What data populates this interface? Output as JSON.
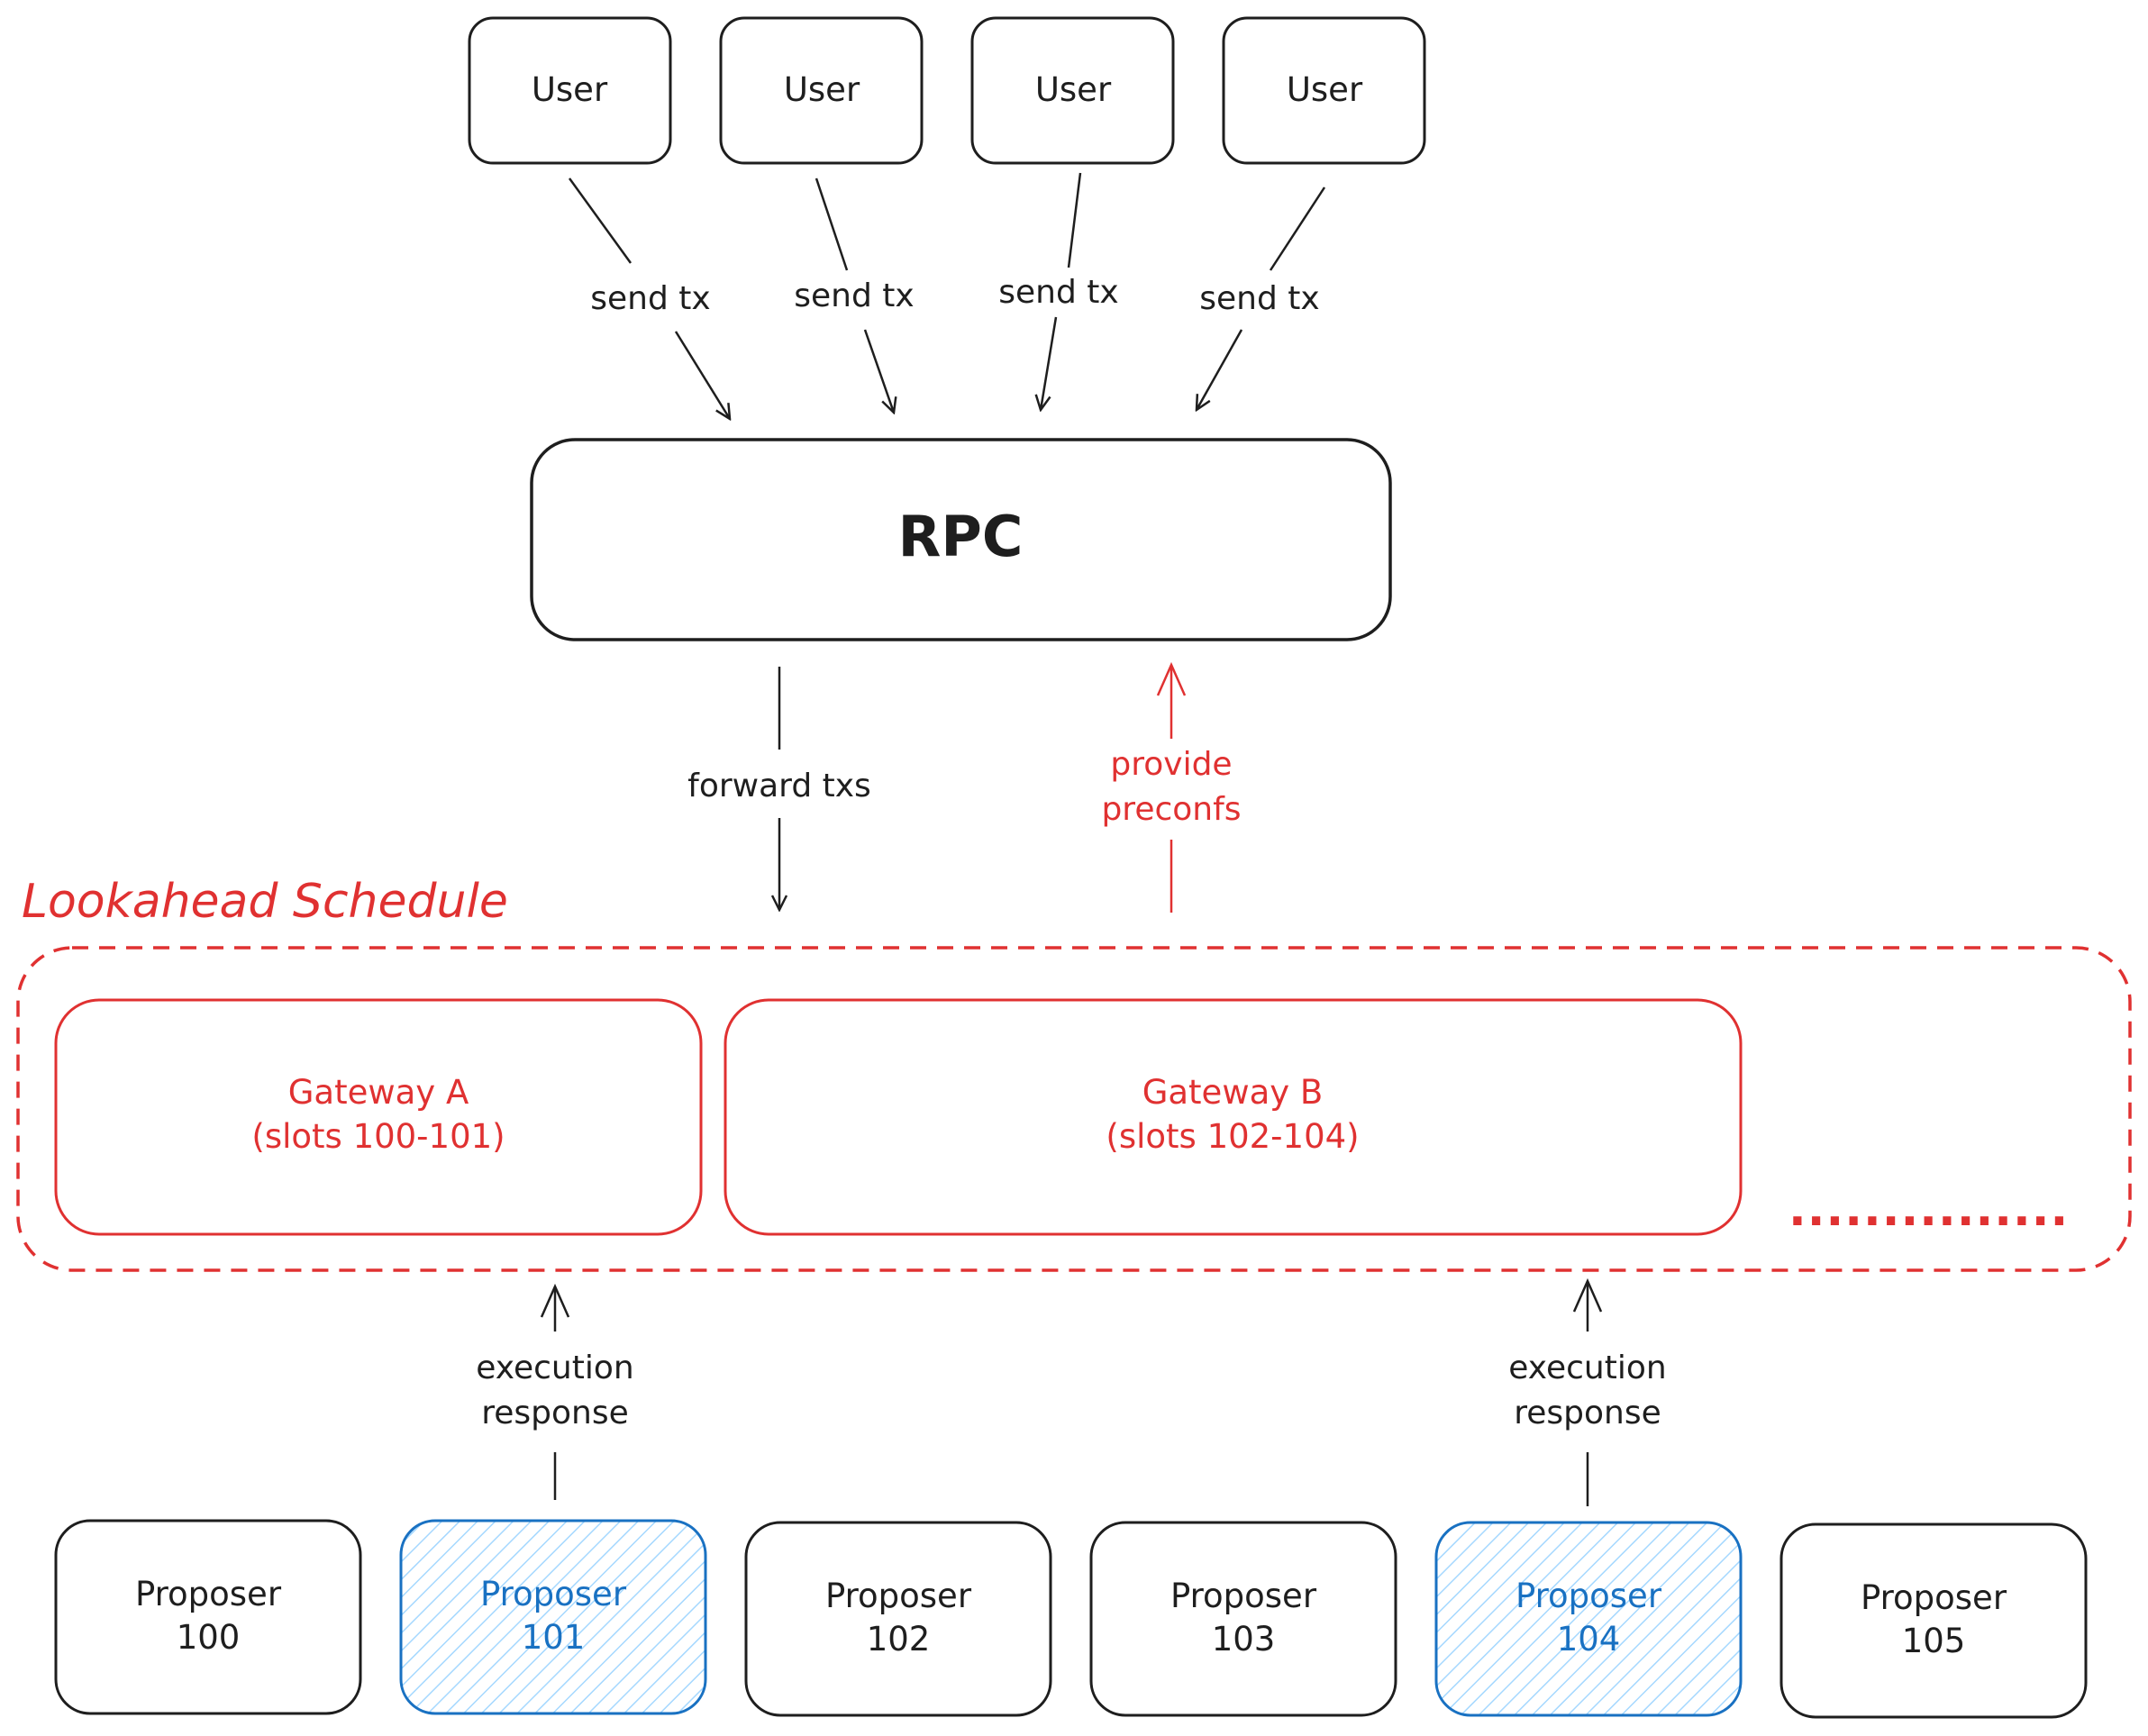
{
  "colors": {
    "ink": "#1e1e1e",
    "accent_red": "#e03131",
    "accent_blue": "#1971c2",
    "hatch_blue": "#a5d8ff",
    "background": "#ffffff"
  },
  "users": [
    {
      "label": "User"
    },
    {
      "label": "User"
    },
    {
      "label": "User"
    },
    {
      "label": "User"
    }
  ],
  "edges": {
    "send_tx": [
      "send tx",
      "send tx",
      "send tx",
      "send tx"
    ],
    "forward_txs": "forward txs",
    "provide_preconfs": [
      "provide",
      "preconfs"
    ],
    "execution_response_a": [
      "execution",
      "response"
    ],
    "execution_response_b": [
      "execution",
      "response"
    ]
  },
  "rpc": {
    "label": "RPC"
  },
  "lookahead_schedule": {
    "title": "Lookahead Schedule",
    "gateways": [
      {
        "name": "Gateway A",
        "slots": "(slots 100-101)"
      },
      {
        "name": "Gateway B",
        "slots": "(slots 102-104)"
      }
    ],
    "continuation": "..............."
  },
  "proposers": [
    {
      "line1": "Proposer",
      "line2": "100",
      "highlighted": false
    },
    {
      "line1": "Proposer",
      "line2": "101",
      "highlighted": true
    },
    {
      "line1": "Proposer",
      "line2": "102",
      "highlighted": false
    },
    {
      "line1": "Proposer",
      "line2": "103",
      "highlighted": false
    },
    {
      "line1": "Proposer",
      "line2": "104",
      "highlighted": true
    },
    {
      "line1": "Proposer",
      "line2": "105",
      "highlighted": false
    }
  ]
}
